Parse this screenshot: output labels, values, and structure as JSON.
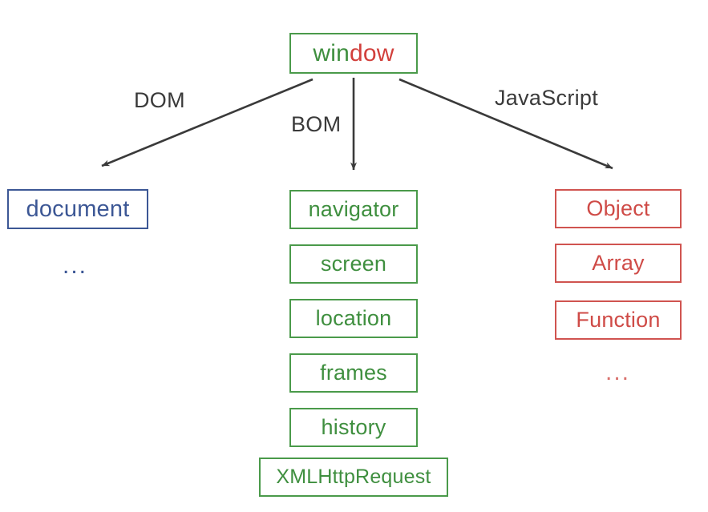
{
  "diagram": {
    "title": "window object model hierarchy",
    "colors": {
      "green": "#4a9a4a",
      "green_text": "#3f8f3f",
      "blue": "#3c5795",
      "red": "#d05450",
      "red_text": "#cf4b47",
      "arrow": "#3a3a3a",
      "background": "#ffffff"
    },
    "root": {
      "label": "window",
      "label_part_1": "win",
      "label_part_2": "dow",
      "color_part_1": "green",
      "color_part_2": "red"
    },
    "edges": [
      {
        "label": "DOM",
        "from": "window",
        "to": "document",
        "direction": "down-left"
      },
      {
        "label": "BOM",
        "from": "window",
        "to": "navigator",
        "direction": "down"
      },
      {
        "label": "JavaScript",
        "from": "window",
        "to": "Object",
        "direction": "down-right"
      }
    ],
    "branches": [
      {
        "name": "dom",
        "color": "blue",
        "nodes": [
          {
            "label": "document"
          }
        ],
        "ellipsis": "..."
      },
      {
        "name": "bom",
        "color": "green",
        "nodes": [
          {
            "label": "navigator"
          },
          {
            "label": "screen"
          },
          {
            "label": "location"
          },
          {
            "label": "frames"
          },
          {
            "label": "history"
          },
          {
            "label": "XMLHttpRequest"
          }
        ],
        "ellipsis": ""
      },
      {
        "name": "javascript",
        "color": "red",
        "nodes": [
          {
            "label": "Object"
          },
          {
            "label": "Array"
          },
          {
            "label": "Function"
          }
        ],
        "ellipsis": "..."
      }
    ]
  }
}
